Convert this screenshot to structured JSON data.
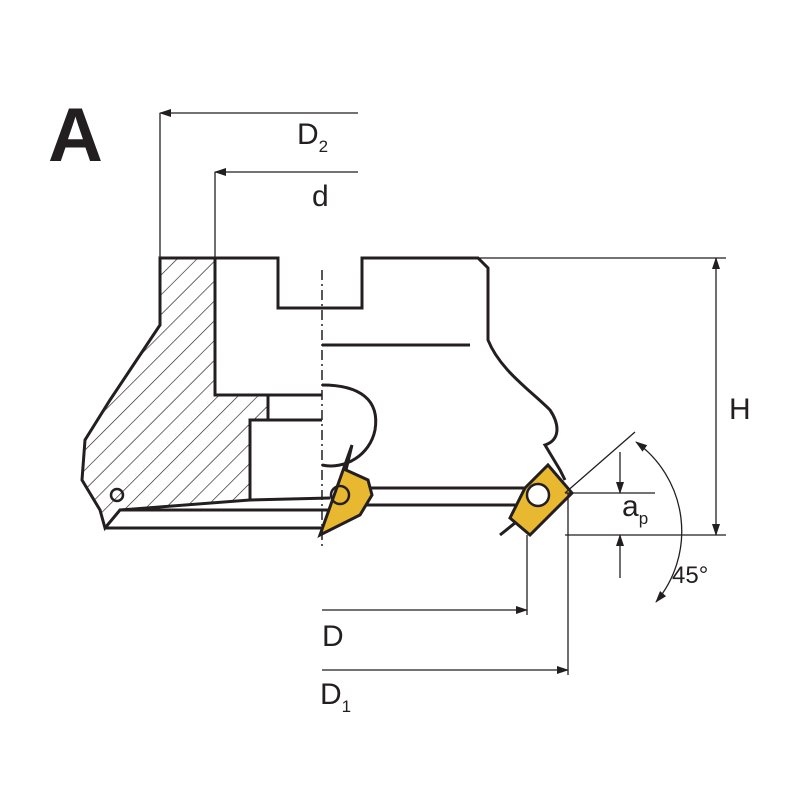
{
  "figure_label": "A",
  "dimensions": {
    "D2": {
      "main": "D",
      "sub": "2"
    },
    "d": "d",
    "H": "H",
    "ap": {
      "main": "a",
      "sub": "p"
    },
    "angle": "45°",
    "D": "D",
    "D1": {
      "main": "D",
      "sub": "1"
    }
  },
  "colors": {
    "insert": "#e8b830",
    "line": "#231f20"
  }
}
